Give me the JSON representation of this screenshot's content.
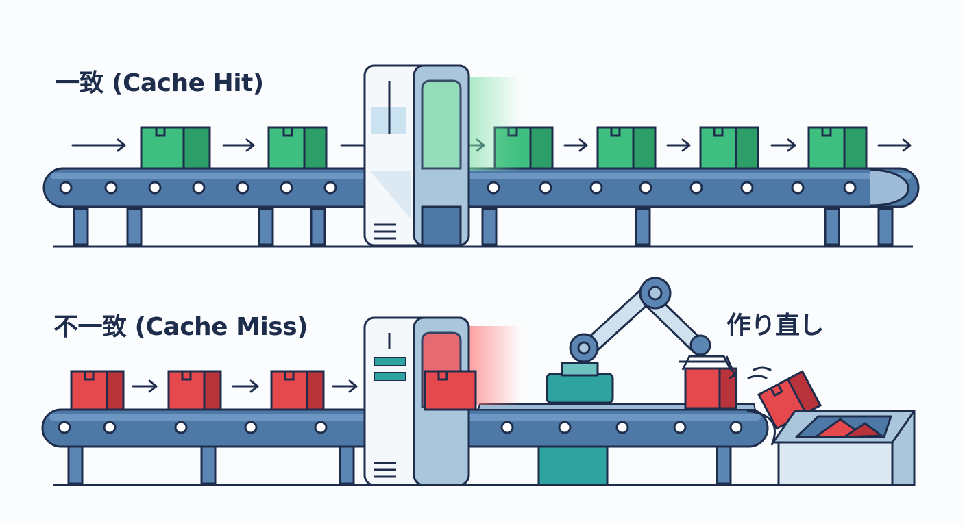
{
  "labels": {
    "hit_title": "一致 (Cache Hit)",
    "miss_title": "不一致 (Cache Miss)",
    "remake": "作り直し"
  },
  "colors": {
    "ink": "#1f2d4d",
    "belt": "#4e79a7",
    "hit_box": "#3fbf7f",
    "hit_box_dark": "#2e9e68",
    "miss_box": "#e5484d",
    "miss_box_dark": "#b9333a",
    "machine": "#a9c6dd",
    "robot": "#2fa3a0"
  },
  "icons": {
    "scanner": "scanner-machine",
    "robot": "robot-arm",
    "bin": "discard-bin",
    "arrow": "flow-arrow"
  }
}
